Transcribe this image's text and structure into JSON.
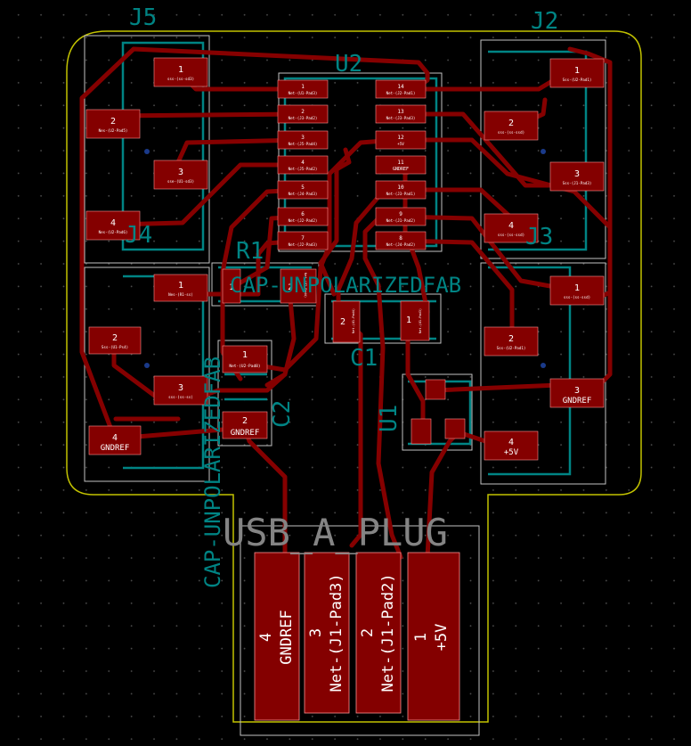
{
  "refs": {
    "j5": "J5",
    "j2": "J2",
    "u2": "U2",
    "j4": "J4",
    "j3": "J3",
    "r1": "R1",
    "c1": "C1",
    "c2": "C2",
    "u1": "U1"
  },
  "values": {
    "cap_c1": "CAP-UNPOLARIZEDFAB",
    "cap_c2_top": "CAP-UNPOLARIZEDFAB",
    "cap_c2_side": "CAP-UNPOLARIZEDFAB",
    "usb": "USB_A_PLUG"
  },
  "pads": {
    "j5_1": {
      "num": "1",
      "net": "sss-(ss-sd3)"
    },
    "j5_2": {
      "num": "2",
      "net": "Nes-(U2-Pad5)"
    },
    "j5_3": {
      "num": "3",
      "net": "sse-(U1-sd3)"
    },
    "j5_4": {
      "num": "4",
      "net": "Nes-(U2-Pad6)"
    },
    "j4_1": {
      "num": "1",
      "net": "Nes-(R1-ss)"
    },
    "j4_2": {
      "num": "2",
      "net": "Sss-(U1-Ps4)"
    },
    "j4_3": {
      "num": "3",
      "net": "sss-(ss-ss)"
    },
    "j4_4": {
      "num": "4",
      "net": "GNDREF"
    },
    "j2_1": {
      "num": "1",
      "net": "Sss-(U2-Pad1)"
    },
    "j2_2": {
      "num": "2",
      "net": "sss-(ss-ssd)"
    },
    "j2_3": {
      "num": "3",
      "net": "Sss-(J1-Pad3)"
    },
    "j3_1": {
      "num": "1",
      "net": "sss-(ss-ssd)"
    },
    "j3_2": {
      "num": "2",
      "net": "Sss-(U2-Pad1)"
    },
    "j3_3": {
      "num": "3",
      "net": "GNDREF"
    },
    "j3_4": {
      "num": "4",
      "net": "+5V"
    },
    "u2_1": {
      "num": "1",
      "net": "Net-(U1-Pad3)"
    },
    "u2_2": {
      "num": "2",
      "net": "Net-(J3-Pad2)"
    },
    "u2_3": {
      "num": "3",
      "net": "Net-(J5-Pad4)"
    },
    "u2_4": {
      "num": "4",
      "net": "Net-(J5-Pad2)"
    },
    "u2_5": {
      "num": "5",
      "net": "Net-(J4-Pad3)"
    },
    "u2_6": {
      "num": "6",
      "net": "Net-(J2-Pad2)"
    },
    "u2_7": {
      "num": "7",
      "net": "Net-(J2-Pad3)"
    },
    "u2_8": {
      "num": "8",
      "net": "Net-(J4-Pad2)"
    },
    "u2_9": {
      "num": "9",
      "net": "Net-(J1-Pad2)"
    },
    "u2_10": {
      "num": "10",
      "net": "Net-(J3-Pad1)"
    },
    "u2_11": {
      "num": "11",
      "net": "GNDREF"
    },
    "u2_12": {
      "num": "12",
      "net": "+5V"
    },
    "u2_13": {
      "num": "13",
      "net": "Net-(J3-Pad3)"
    },
    "u2_14": {
      "num": "14",
      "net": "Net-(J2-Pad1)"
    },
    "r1_1": {
      "num": "1",
      "net": "Net-(J4-Pad1)"
    },
    "r1_2": {
      "num": "2",
      "net": "Net-(U2-Pad4)"
    },
    "c1_1": {
      "num": "1",
      "net": "Net-(U1-Pad3)"
    },
    "c1_2": {
      "num": "2",
      "net": "Net-(U1-Pad4)"
    },
    "c2_1": {
      "num": "1",
      "net": "Net-(U2-Pad8)"
    },
    "c2_2": {
      "num": "2",
      "net": "GNDREF"
    },
    "usb_1": {
      "num": "1",
      "net": "+5V"
    },
    "usb_2": {
      "num": "2",
      "net": "Net-(J1-Pad2)"
    },
    "usb_3": {
      "num": "3",
      "net": "Net-(J1-Pad3)"
    },
    "usb_4": {
      "num": "4",
      "net": "GNDREF"
    }
  },
  "colors": {
    "background": "#000000",
    "copper": "#840000",
    "trace": "#850000",
    "silkscreen": "#008484",
    "outline": "#c2c200",
    "fab": "#848484",
    "courtyard": "#c2c2c2",
    "pad_text": "#ffffff"
  }
}
